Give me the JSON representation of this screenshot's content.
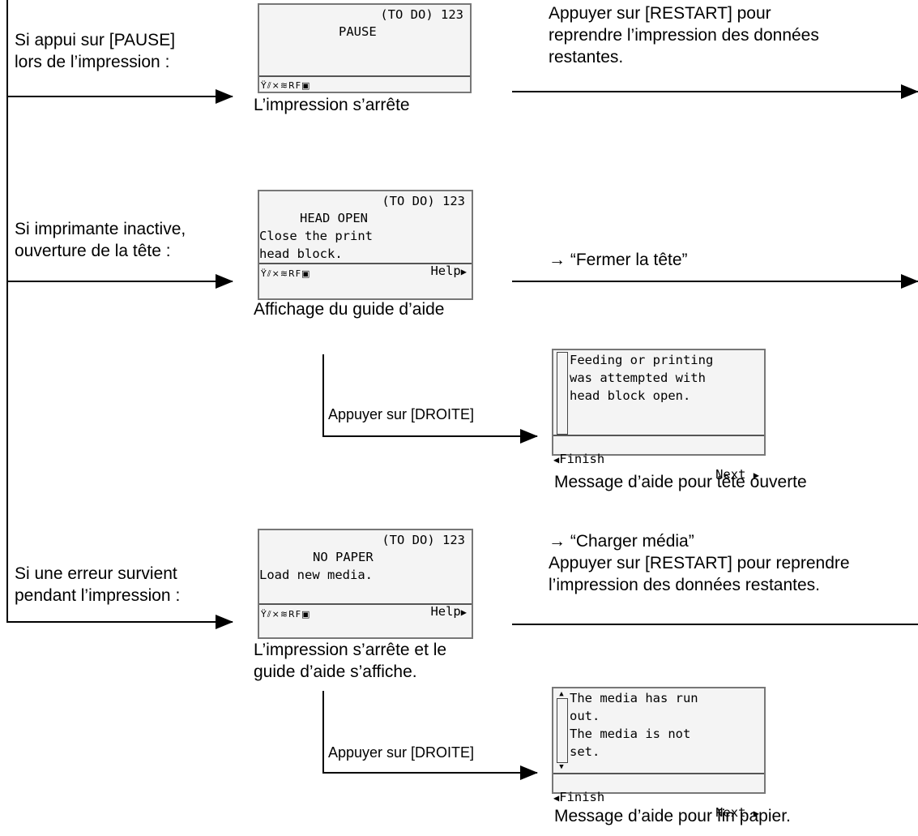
{
  "section1": {
    "condition": "Si appui sur [PAUSE]\nlors de l’impression :",
    "display": {
      "line1": "(TO DO) 123",
      "line2": "PAUSE",
      "status_icons": "Ÿ⫽⨯≋RF▣"
    },
    "caption": "L’impression s’arrête",
    "action": "Appuyer sur [RESTART] pour\nreprendre l’impression des données\nrestantes."
  },
  "section2": {
    "condition": "Si imprimante inactive,\nouverture de la tête :",
    "display": {
      "line1": "(TO DO) 123",
      "line2": "HEAD OPEN",
      "line3": "Close the print",
      "line4": "head block.",
      "status_icons": "Ÿ⫽⨯≋RF▣",
      "help": "Help"
    },
    "caption": "Affichage du guide d’aide",
    "action": "→ “Fermer la tête”",
    "key_label": "Appuyer sur [DROITE]",
    "help_display": {
      "line1": "Feeding or printing",
      "line2": "was attempted with",
      "line3": "head block open.",
      "finish": "Finish",
      "next": "Next"
    },
    "help_caption": "Message d’aide pour tête ouverte"
  },
  "section3": {
    "condition": "Si une erreur survient\npendant l’impression :",
    "display": {
      "line1": "(TO DO) 123",
      "line2": "NO PAPER",
      "line3": "Load new media.",
      "status_icons": "Ÿ⫽⨯≋RF▣",
      "help": "Help"
    },
    "caption": "L’impression s’arrête et le\nguide d’aide s’affiche.",
    "action": "→ “Charger média”\nAppuyer sur [RESTART] pour reprendre\nl’impression des données restantes.",
    "key_label": "Appuyer sur [DROITE]",
    "help_display": {
      "line1": "The media has run",
      "line2": "out.",
      "line3": "The media is not",
      "line4": "set.",
      "finish": "Finish",
      "next": "Next"
    },
    "help_caption": "Message d’aide pour fin papier."
  }
}
